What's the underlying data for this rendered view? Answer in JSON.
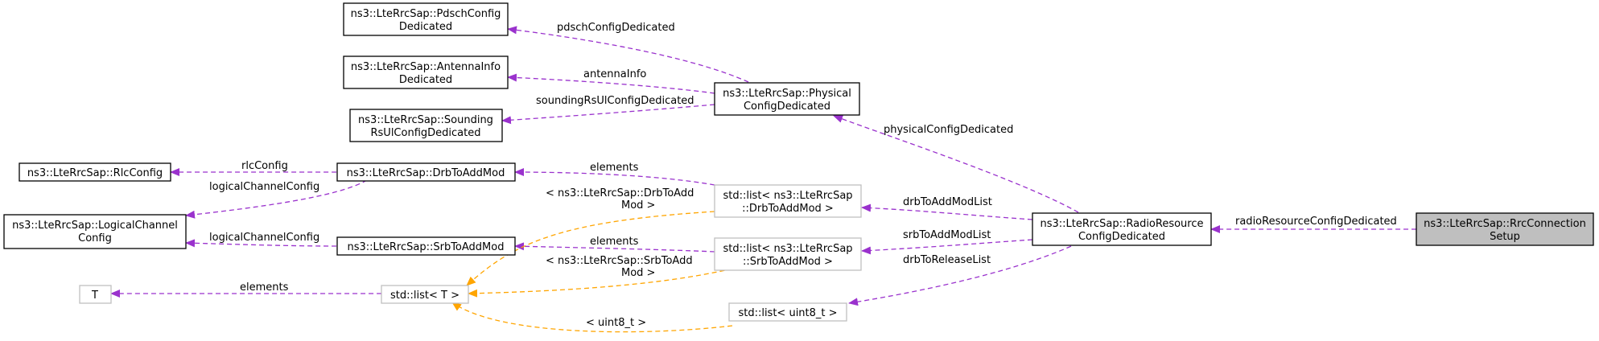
{
  "colors": {
    "member_edge": "#9a32cd",
    "template_edge": "#ffa500",
    "node_border": "#000000",
    "template_node_border": "#bfbfbf",
    "highlight_fill": "#bfbfbf"
  },
  "nodes": {
    "pdsch": {
      "line1": "ns3::LteRrcSap::PdschConfig",
      "line2": "Dedicated"
    },
    "antenna": {
      "line1": "ns3::LteRrcSap::AntennaInfo",
      "line2": "Dedicated"
    },
    "sounding": {
      "line1": "ns3::LteRrcSap::Sounding",
      "line2": "RsUlConfigDedicated"
    },
    "physical": {
      "line1": "ns3::LteRrcSap::Physical",
      "line2": "ConfigDedicated"
    },
    "rlcconfig": {
      "line1": "ns3::LteRrcSap::RlcConfig"
    },
    "drbtoaddmod": {
      "line1": "ns3::LteRrcSap::DrbToAddMod"
    },
    "logicalchannel": {
      "line1": "ns3::LteRrcSap::LogicalChannel",
      "line2": "Config"
    },
    "srbtoaddmod": {
      "line1": "ns3::LteRrcSap::SrbToAddMod"
    },
    "drblist": {
      "line1": "std::list< ns3::LteRrcSap",
      "line2": "::DrbToAddMod >"
    },
    "srblist": {
      "line1": "std::list< ns3::LteRrcSap",
      "line2": "::SrbToAddMod >"
    },
    "radioresource": {
      "line1": "ns3::LteRrcSap::RadioResource",
      "line2": "ConfigDedicated"
    },
    "rrcsetup": {
      "line1": "ns3::LteRrcSap::RrcConnection",
      "line2": "Setup"
    },
    "T": {
      "line1": "T"
    },
    "stdlistT": {
      "line1": "std::list< T >"
    },
    "uint8list": {
      "line1": "std::list< uint8_t >"
    }
  },
  "edges": {
    "pdschConfigDedicated": "pdschConfigDedicated",
    "antennaInfo": "antennaInfo",
    "soundingRsUlConfigDedicated": "soundingRsUlConfigDedicated",
    "physicalConfigDedicated": "physicalConfigDedicated",
    "rlcConfig": "rlcConfig",
    "logicalChannelConfig_drb": "logicalChannelConfig",
    "logicalChannelConfig_srb": "logicalChannelConfig",
    "elements_drb": "elements",
    "elements_srb": "elements",
    "elements_T": "elements",
    "drbToAddModList": "drbToAddModList",
    "srbToAddModList": "srbToAddModList",
    "drbToReleaseList": "drbToReleaseList",
    "radioResourceConfigDedicated": "radioResourceConfigDedicated",
    "tmpl_drb_line1": "< ns3::LteRrcSap::DrbToAdd",
    "tmpl_drb_line2": "Mod >",
    "tmpl_srb_line1": "< ns3::LteRrcSap::SrbToAdd",
    "tmpl_srb_line2": "Mod >",
    "tmpl_uint8": "< uint8_t >"
  }
}
